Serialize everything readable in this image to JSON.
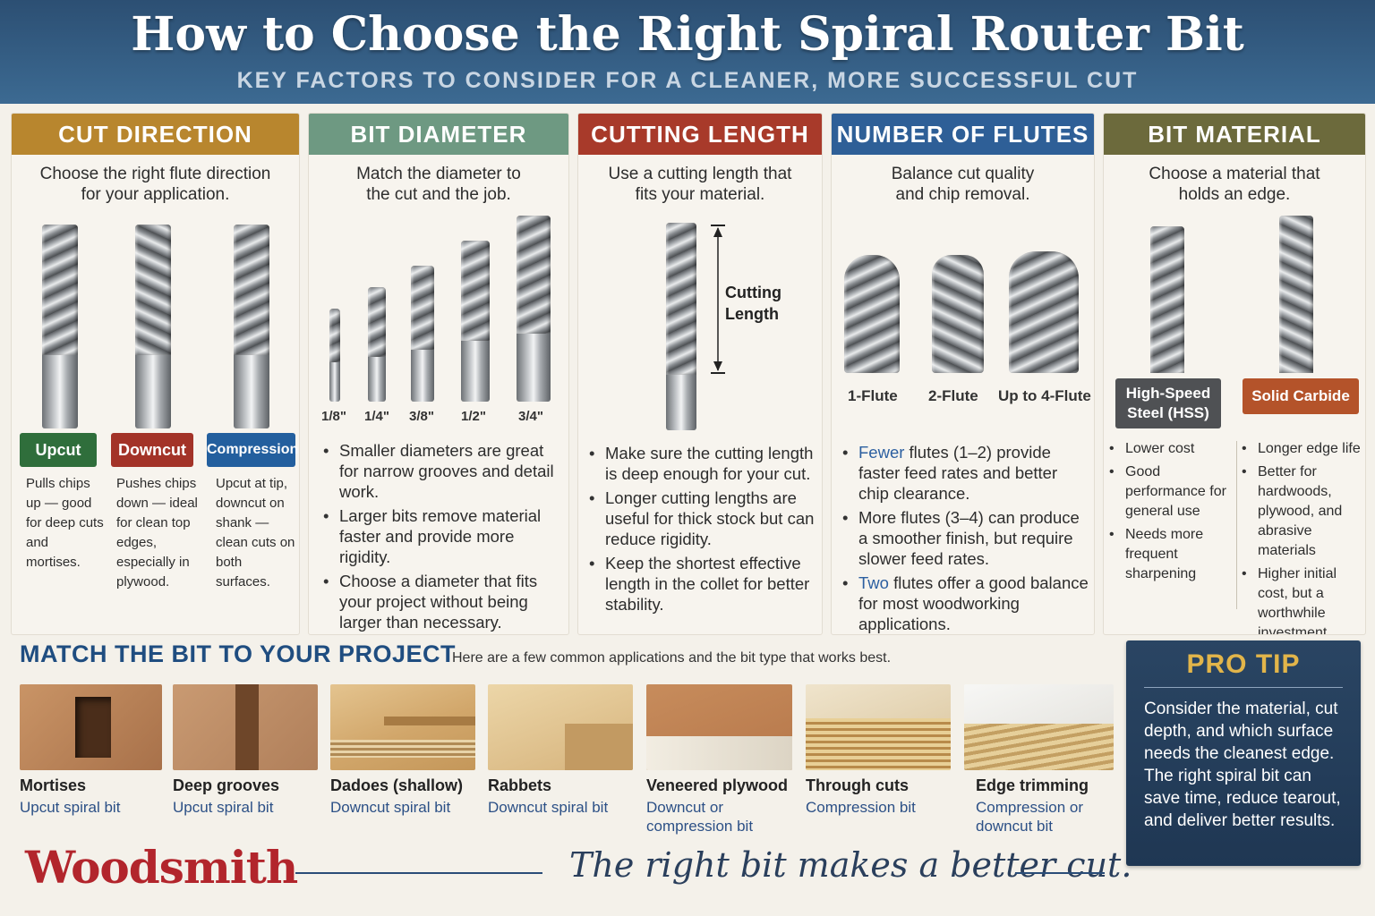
{
  "header": {
    "title": "How to Choose the Right Spiral Router Bit",
    "subtitle": "KEY FACTORS TO CONSIDER FOR A CLEANER, MORE SUCCESSFUL CUT"
  },
  "colors": {
    "header_blue": "#2c4f73",
    "cut_direction": "#b8862e",
    "bit_diameter": "#6e9982",
    "cutting_length": "#a83a2a",
    "number_of_flutes": "#2e5f97",
    "bit_material": "#6c6a3c",
    "upcut": "#2f6e3b",
    "downcut": "#a33328",
    "compression": "#235f9e",
    "hss": "#4f5154",
    "carbide": "#b4532a",
    "brand_red": "#b2252c"
  },
  "cut_direction": {
    "title": "CUT DIRECTION",
    "desc": "Choose the right flute direction for your application.",
    "types": [
      {
        "label": "Upcut",
        "text": "Pulls chips up — good for deep cuts and mortises."
      },
      {
        "label": "Downcut",
        "text": "Pushes chips down — ideal for clean top edges, especially in plywood."
      },
      {
        "label": "Compression",
        "text": "Upcut at tip, downcut on shank — clean cuts on both surfaces."
      }
    ]
  },
  "bit_diameter": {
    "title": "BIT DIAMETER",
    "desc": "Match the diameter to the cut and the job.",
    "sizes": [
      "1/8\"",
      "1/4\"",
      "3/8\"",
      "1/2\"",
      "3/4\""
    ],
    "bullets": [
      "Smaller diameters are great for narrow grooves and detail work.",
      "Larger bits remove material faster and provide more rigidity.",
      "Choose a diameter that fits your project without being larger than necessary."
    ]
  },
  "cutting_length": {
    "title": "CUTTING LENGTH",
    "desc": "Use a cutting length that fits your material.",
    "dimension_label": "Cutting Length",
    "bullets": [
      "Make sure the cutting length is deep enough for your cut.",
      "Longer cutting lengths are useful for thick stock but can reduce rigidity.",
      "Keep the shortest effective length in the collet for better stability."
    ]
  },
  "number_of_flutes": {
    "title": "NUMBER OF FLUTES",
    "desc": "Balance cut quality and chip removal.",
    "labels": [
      "1-Flute",
      "2-Flute",
      "Up to 4-Flute"
    ],
    "bullets": [
      {
        "hl": "Fewer",
        "rest": " flutes (1–2) provide faster feed rates and better chip clearance."
      },
      {
        "hl": "",
        "rest": "More flutes (3–4) can produce a smoother finish, but require slower feed rates."
      },
      {
        "hl": "Two",
        "rest": " flutes offer a good balance for most woodworking applications."
      }
    ]
  },
  "bit_material": {
    "title": "BIT MATERIAL",
    "desc": "Choose a material that holds an edge.",
    "hss_label": "High-Speed Steel (HSS)",
    "carbide_label": "Solid Carbide",
    "hss_bullets": [
      "Lower cost",
      "Good performance for general use",
      "Needs more frequent sharpening"
    ],
    "carbide_bullets": [
      "Longer edge life",
      "Better for hardwoods, plywood, and abrasive materials",
      "Higher initial cost, but a worthwhile investment"
    ]
  },
  "match": {
    "title": "MATCH THE BIT TO YOUR PROJECT",
    "subtitle": "Here are a few common applications and the bit type that works best.",
    "items": [
      {
        "name": "Mortises",
        "bit": "Upcut spiral bit"
      },
      {
        "name": "Deep grooves",
        "bit": "Upcut spiral bit"
      },
      {
        "name": "Dadoes (shallow)",
        "bit": "Downcut spiral bit"
      },
      {
        "name": "Rabbets",
        "bit": "Downcut spiral bit"
      },
      {
        "name": "Veneered plywood",
        "bit": "Downcut or compression bit"
      },
      {
        "name": "Through cuts",
        "bit": "Compression bit"
      },
      {
        "name": "Edge trimming",
        "bit": "Compression or downcut bit"
      }
    ]
  },
  "pro_tip": {
    "title": "PRO TIP",
    "text": "Consider the material, cut depth, and which surface needs the cleanest edge. The right spiral bit can save time, reduce tearout, and deliver better results."
  },
  "footer": {
    "logo": "Woodsmith",
    "tagline": "The right bit makes a better cut."
  }
}
